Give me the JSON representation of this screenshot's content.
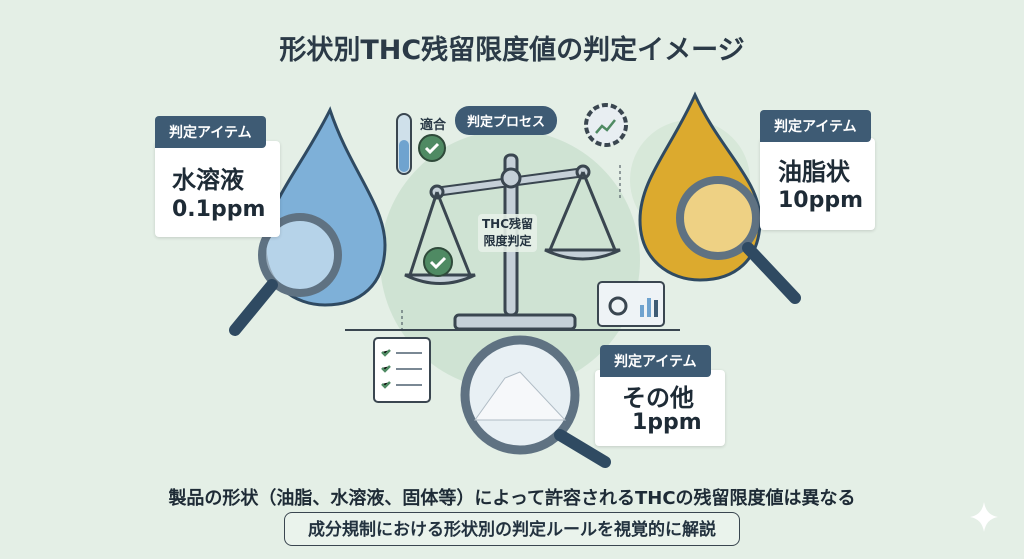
{
  "title": "形状別THC残留限度値の判定イメージ",
  "process_label": "判定プロセス",
  "pass_label": "適合",
  "center_label_line1": "THC残留",
  "center_label_line2": "限度判定",
  "items": [
    {
      "tag": "判定アイテム",
      "name": "水溶液",
      "value": "0.1ppm"
    },
    {
      "tag": "判定アイテム",
      "name": "油脂状",
      "value": "10ppm"
    },
    {
      "tag": "判定アイテム",
      "name": "その他",
      "value": "1ppm"
    }
  ],
  "caption": "製品の形状（油脂、水溶液、固体等）によって許容されるTHCの残留限度値は異なる",
  "subtitle": "成分規制における形状別の判定ルールを視覚的に解説",
  "colors": {
    "background": "#e4efe6",
    "tag": "#3e5b74",
    "check": "#4f8a63",
    "water": "#6fa3cf",
    "oil": "#d9a72a"
  }
}
